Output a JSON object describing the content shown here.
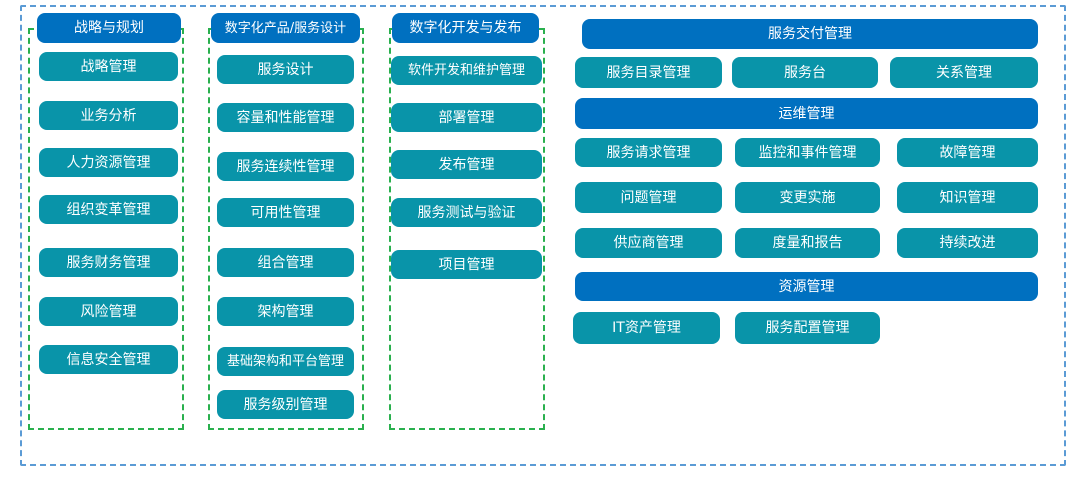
{
  "colors": {
    "header_bg": "#0070c0",
    "item_bg": "#0994a9",
    "outer_border": "#5b9bd5",
    "group_border": "#2ab04e",
    "text": "#ffffff"
  },
  "columns": [
    {
      "title": "战略与规划",
      "items": [
        "战略管理",
        "业务分析",
        "人力资源管理",
        "组织变革管理",
        "服务财务管理",
        "风险管理",
        "信息安全管理"
      ]
    },
    {
      "title": "数字化产品/服务设计",
      "items": [
        "服务设计",
        "容量和性能管理",
        "服务连续性管理",
        "可用性管理",
        "组合管理",
        "架构管理",
        "基础架构和平台管理",
        "服务级别管理"
      ]
    },
    {
      "title": "数字化开发与发布",
      "items": [
        "软件开发和维护管理",
        "部署管理",
        "发布管理",
        "服务测试与验证",
        "项目管理"
      ]
    }
  ],
  "sections": [
    {
      "title": "服务交付管理",
      "rows": [
        [
          "服务目录管理",
          "服务台",
          "关系管理"
        ]
      ]
    },
    {
      "title": "运维管理",
      "rows": [
        [
          "服务请求管理",
          "监控和事件管理",
          "故障管理"
        ],
        [
          "问题管理",
          "变更实施",
          "知识管理"
        ],
        [
          "供应商管理",
          "度量和报告",
          "持续改进"
        ]
      ]
    },
    {
      "title": "资源管理",
      "rows": [
        [
          "IT资产管理",
          "服务配置管理"
        ]
      ]
    }
  ]
}
